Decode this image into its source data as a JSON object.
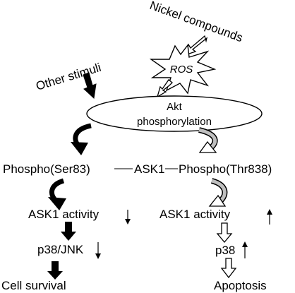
{
  "diagram": {
    "nodes": {
      "nickel": "Nickel compounds",
      "ros": "ROS",
      "other_stimuli": "Other stimuli",
      "akt_line1": "Akt",
      "akt_line2": "phosphorylation",
      "phospho_ser": "Phospho(Ser83)",
      "ask1": "ASK1",
      "phospho_thr": "Phospho(Thr838)",
      "ask1_activity_left": "ASK1 activity",
      "ask1_activity_right": "ASK1 activity",
      "p38_jnk": "p38/JNK",
      "p38": "p38",
      "cell_survival": "Cell survival",
      "apoptosis": "Apoptosis"
    },
    "colors": {
      "ink": "#000000",
      "grey_fill": "#bfbfbf",
      "white_fill": "#ffffff"
    }
  }
}
